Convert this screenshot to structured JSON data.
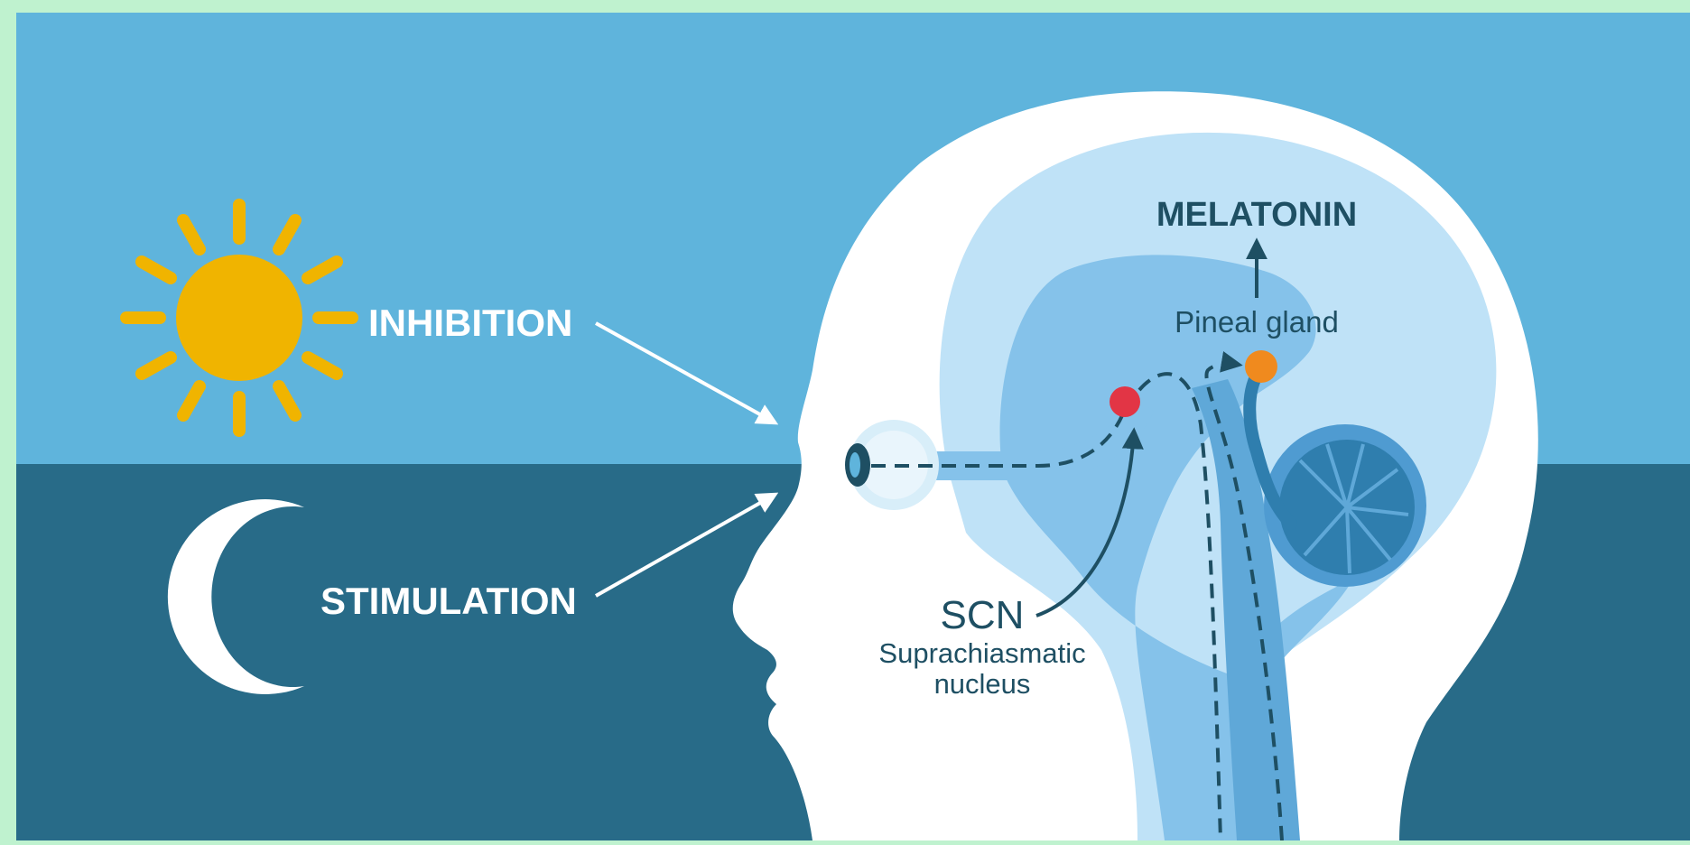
{
  "labels": {
    "inhibition": "INHIBITION",
    "stimulation": "STIMULATION",
    "melatonin": "MELATONIN",
    "pineal_gland": "Pineal gland",
    "scn": "SCN",
    "scn_full_line1": "Suprachiasmatic",
    "scn_full_line2": "nucleus"
  },
  "icons": {
    "day": "sun-icon",
    "night": "moon-icon"
  },
  "colors": {
    "outer_border": "#bff2cf",
    "day_sky": "#5fb4dc",
    "night_sky": "#286b88",
    "sun": "#f0b400",
    "head": "#ffffff",
    "brain_light": "#bfe2f7",
    "brain_mid": "#85c2ea",
    "brain_dark": "#4f9bd1",
    "cerebellum": "#2f7eae",
    "scn_dot": "#e23545",
    "pineal_dot": "#f08a1e",
    "dark_text": "#1e4f63"
  }
}
